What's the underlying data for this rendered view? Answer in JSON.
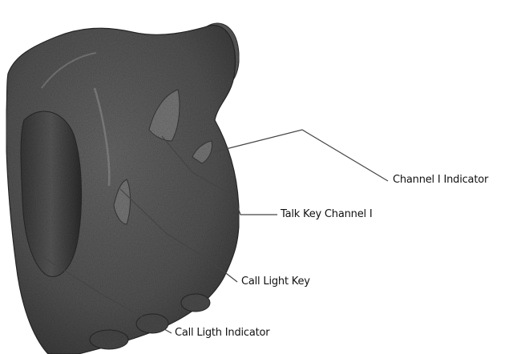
{
  "diagram": {
    "callouts": [
      {
        "id": "channel-indicator",
        "label": "Channel I Indicator"
      },
      {
        "id": "talk-key",
        "label": "Talk Key Channel I"
      },
      {
        "id": "call-light-key",
        "label": "Call Light Key"
      },
      {
        "id": "call-light-indicator",
        "label": "Call Ligth Indicator"
      }
    ]
  },
  "colors": {
    "device_body": "#555555",
    "device_shadow": "#2f2f2f",
    "device_highlight": "#8a8a8a",
    "leader_line": "#444444",
    "background": "#ffffff"
  }
}
